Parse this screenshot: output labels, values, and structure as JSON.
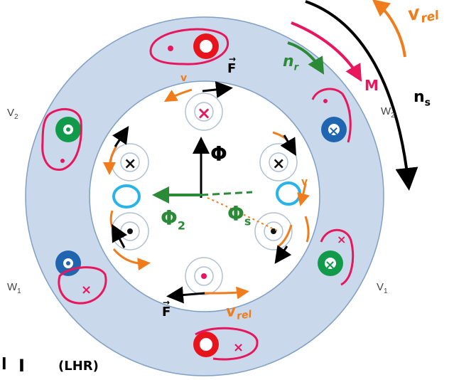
{
  "labels": {
    "v2": "V",
    "v2_sub": "2",
    "w2": "W",
    "w2_sub": "2",
    "w1": "W",
    "w1_sub": "1",
    "v1": "V",
    "v1_sub": "1",
    "ns": "n",
    "ns_sub": "s",
    "nr": "n",
    "nr_sub": "r",
    "m": "M",
    "vrel_top": "v",
    "vrel_top_sub": "rel",
    "vrel_bottom": "v",
    "vrel_bottom_sub": "rel",
    "f_top": "F",
    "f_bottom": "F",
    "phi": "Φ",
    "phi2": "Φ",
    "phi2_sub": "2",
    "phi_s": "Φ",
    "phi_s_sub": "s",
    "v_small_top": "v",
    "v_small_right": "v",
    "lhr": "(LHR)",
    "rule_i": "I",
    "rule_l": "l"
  },
  "colors": {
    "ring": "#c9d8ea",
    "ring_stroke": "#7f9fc3",
    "inner": "#ffffff",
    "red": "#e8141c",
    "green": "#119a4a",
    "blue": "#1f65b0",
    "cyan": "#28b4ea",
    "pink": "#e8175d",
    "orange": "#f07c1b",
    "dark_green": "#2a8a36",
    "black": "#000000"
  }
}
